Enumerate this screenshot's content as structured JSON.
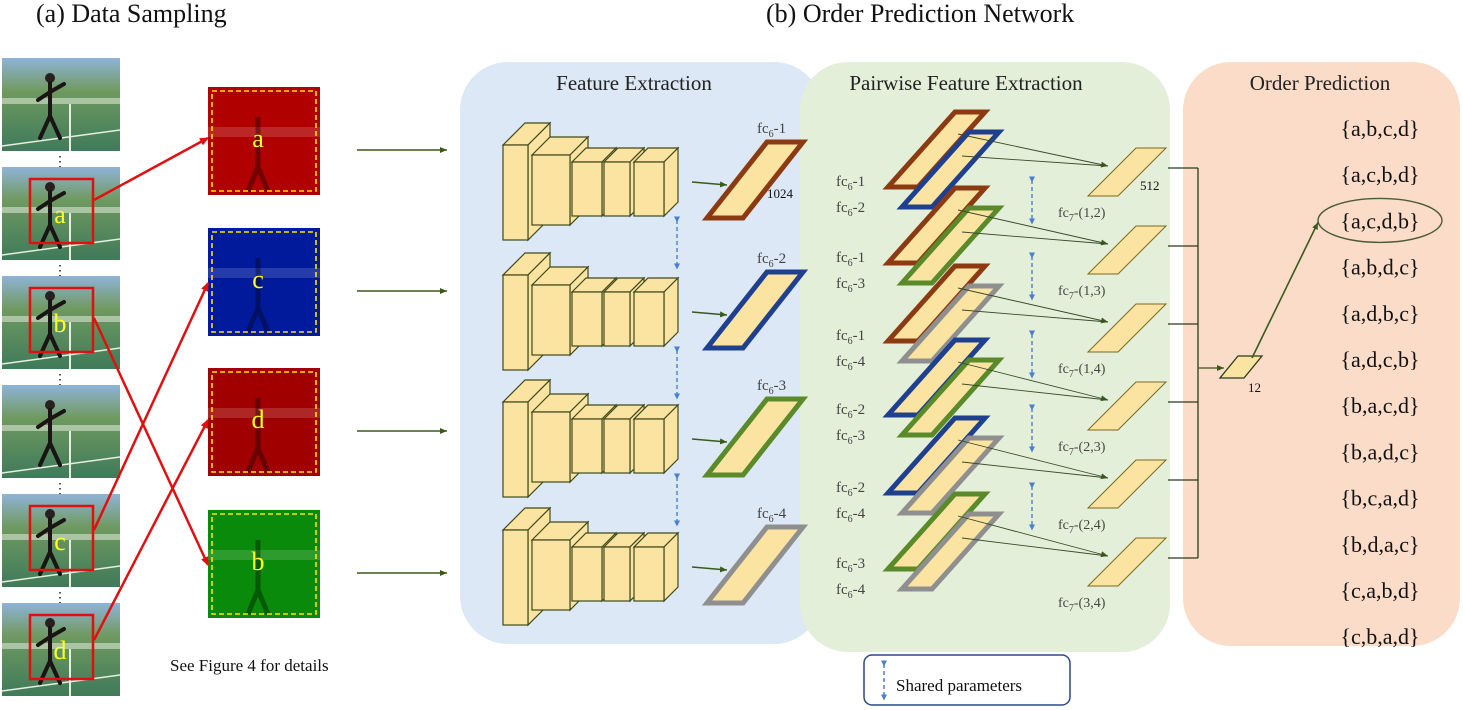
{
  "titles": {
    "data_sampling": "(a) Data Sampling",
    "opn": "(b) Order Prediction Network"
  },
  "frame_letters": [
    "a",
    "b",
    "c",
    "d"
  ],
  "sampled_patches": [
    {
      "letter": "a",
      "tint": "#b00000"
    },
    {
      "letter": "c",
      "tint": "#001a9c"
    },
    {
      "letter": "d",
      "tint": "#a00000"
    },
    {
      "letter": "b",
      "tint": "#0a8a0a"
    }
  ],
  "details_note": "See Figure 4 for details",
  "panels": {
    "feature_extraction": "Feature Extraction",
    "pairwise": "Pairwise Feature Extraction",
    "order_prediction": "Order Prediction"
  },
  "fc6_features": [
    {
      "label": "fc6-1",
      "color": "#8b3a12"
    },
    {
      "label": "fc6-2",
      "color": "#1f3f8f"
    },
    {
      "label": "fc6-3",
      "color": "#5a8a2a"
    },
    {
      "label": "fc6-4",
      "color": "#8f8f8f"
    }
  ],
  "dim_fc6": "1024",
  "pairs": [
    {
      "top": "fc6-1",
      "bottom": "fc6-2",
      "out": "fc7-(1,2)"
    },
    {
      "top": "fc6-1",
      "bottom": "fc6-3",
      "out": "fc7-(1,3)"
    },
    {
      "top": "fc6-1",
      "bottom": "fc6-4",
      "out": "fc7-(1,4)"
    },
    {
      "top": "fc6-2",
      "bottom": "fc6-3",
      "out": "fc7-(2,3)"
    },
    {
      "top": "fc6-2",
      "bottom": "fc6-4",
      "out": "fc7-(2,4)"
    },
    {
      "top": "fc6-3",
      "bottom": "fc6-4",
      "out": "fc7-(3,4)"
    }
  ],
  "dim_fc7": "512",
  "dim_out": "12",
  "orders": [
    "{a,b,c,d}",
    "{a,c,b,d}",
    "{a,c,d,b}",
    "{a,b,d,c}",
    "{a,d,b,c}",
    "{a,d,c,b}",
    "{b,a,c,d}",
    "{b,a,d,c}",
    "{b,c,a,d}",
    "{b,d,a,c}",
    "{c,a,b,d}",
    "{c,b,a,d}"
  ],
  "highlighted_order": "{a,c,d,b}",
  "legend": {
    "shared_parameters": "Shared parameters"
  },
  "colors": {
    "fe_panel": "#dce8f5",
    "pw_panel": "#e3efd9",
    "op_panel": "#fbdcc8",
    "block_fill": "#fbe3a2",
    "block_edge": "#3f4a1a",
    "arrow_red": "#e01010",
    "arrow_green": "#3a5a1a",
    "dash_blue": "#4a7fd0"
  }
}
